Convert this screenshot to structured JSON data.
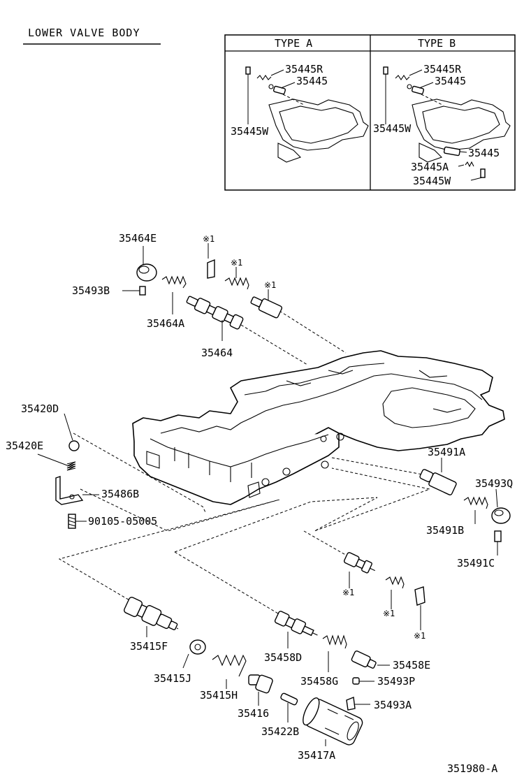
{
  "title": "LOWER VALVE BODY",
  "types": {
    "type_a": {
      "header": "TYPE A",
      "labels": {
        "p1": "35445R",
        "p2": "35445",
        "p3": "35445W"
      }
    },
    "type_b": {
      "header": "TYPE B",
      "labels": {
        "p1": "35445R",
        "p2": "35445",
        "p3": "35445W",
        "p4": "35445",
        "p5": "35445A",
        "p6": "35445W"
      }
    }
  },
  "note_marker": "※1",
  "parts": {
    "p35464E": "35464E",
    "p35493B": "35493B",
    "p35464A": "35464A",
    "p35464": "35464",
    "p35420D": "35420D",
    "p35420E": "35420E",
    "p35486B": "35486B",
    "p90105": "90105-05005",
    "p35491A": "35491A",
    "p35493Q": "35493Q",
    "p35491B": "35491B",
    "p35491C": "35491C",
    "p35415F": "35415F",
    "p35415J": "35415J",
    "p35415H": "35415H",
    "p35416": "35416",
    "p35458D": "35458D",
    "p35458G": "35458G",
    "p35458E": "35458E",
    "p35493P": "35493P",
    "p35493A": "35493A",
    "p35422B": "35422B",
    "p35417A": "35417A"
  },
  "figure_number": "351980-A"
}
